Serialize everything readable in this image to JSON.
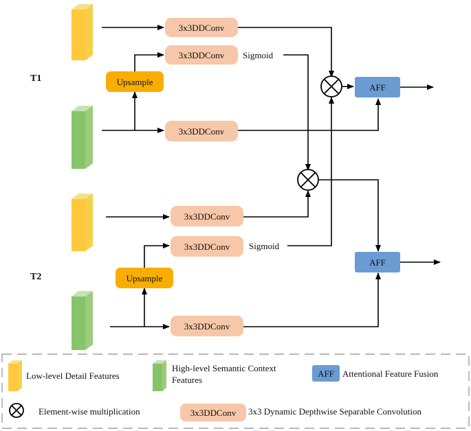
{
  "rows": {
    "t1": "T1",
    "t2": "T2"
  },
  "blocks": {
    "conv": "3x3DDConv",
    "upsample": "Upsample",
    "aff": "AFF",
    "sigmoid": "Sigmoid"
  },
  "legend": {
    "low_level": "Low-level Detail Features",
    "high_level_line1": "High-level Semantic Context",
    "high_level_line2": "Features",
    "aff_badge": "AFF",
    "aff_desc": "Attentional Feature Fusion",
    "multiply_desc": "Element-wise multiplication",
    "conv_badge": "3x3DDConv",
    "conv_desc": "3x3 Dynamic Depthwise Separable Convolution"
  },
  "colors": {
    "yellow_front": "#FFC83D",
    "yellow_side": "#F7E08C",
    "green_front": "#86C46A",
    "green_side": "#C5E3B3",
    "conv_fill": "#F6C7A8",
    "upsample_fill": "#F7AE00",
    "aff_fill": "#6B9BD2",
    "line": "#000000",
    "dash": "#A0A0A0"
  }
}
